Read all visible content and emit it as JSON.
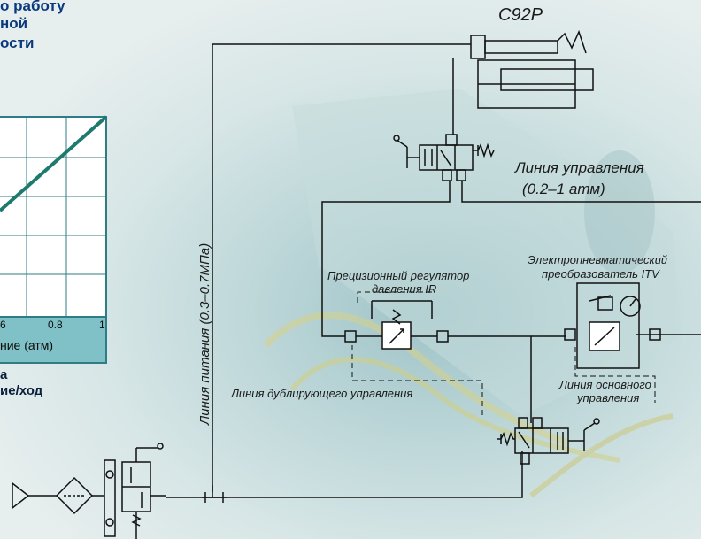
{
  "heading": {
    "line1": "о работу",
    "line2": "ной",
    "line3": "ости"
  },
  "chart": {
    "ticks": [
      "6",
      "0.8",
      "1"
    ],
    "xlabel": "ние (атм)"
  },
  "caption": {
    "line1": "а",
    "line2": "ие/ход"
  },
  "labels": {
    "cylinder": "C92P",
    "control_line_1": "Линия управления",
    "control_line_2": "(0.2–1 атм)",
    "supply_line": "Линия питания (0.3–0.7МПа)",
    "ir_regulator_1": "Прецизионный регулятор",
    "ir_regulator_2": "давления IR",
    "itv_1": "Электропневматический",
    "itv_2": "преобразователь ITV",
    "backup_line": "Линия дублирующего управления",
    "main_line_1": "Линия основного",
    "main_line_2": "управления"
  },
  "colors": {
    "heading": "#0a3a7e",
    "chart_frame": "#2e7d86",
    "chart_line": "#1f7a6e",
    "chart_band": "#6fb7bd",
    "symbol_stroke": "#111111"
  }
}
